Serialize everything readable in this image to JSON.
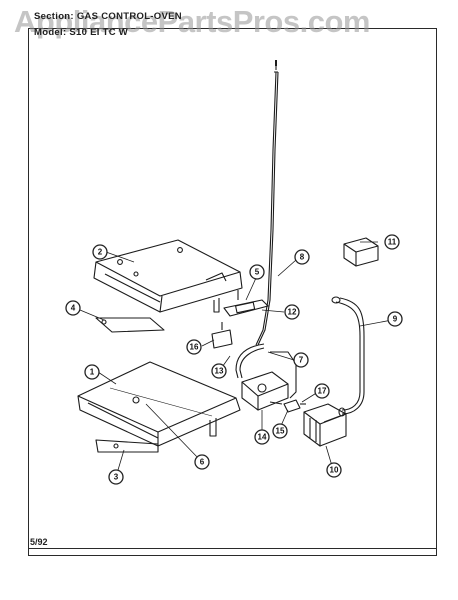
{
  "header": {
    "section_line": "Section:  GAS  CONTROL-OVEN",
    "model_line": "Model:  S10 EI TC W"
  },
  "watermark": "AppliancePartsPros.com",
  "footer": {
    "date": "5/92"
  },
  "callouts": [
    {
      "id": "callout-1",
      "label": "1"
    },
    {
      "id": "callout-2",
      "label": "2"
    },
    {
      "id": "callout-3",
      "label": "3"
    },
    {
      "id": "callout-4",
      "label": "4"
    },
    {
      "id": "callout-5",
      "label": "5"
    },
    {
      "id": "callout-6",
      "label": "6"
    },
    {
      "id": "callout-7",
      "label": "7"
    },
    {
      "id": "callout-8",
      "label": "8"
    },
    {
      "id": "callout-9",
      "label": "9"
    },
    {
      "id": "callout-10",
      "label": "10"
    },
    {
      "id": "callout-11",
      "label": "11"
    },
    {
      "id": "callout-12",
      "label": "12"
    },
    {
      "id": "callout-13",
      "label": "13"
    },
    {
      "id": "callout-14",
      "label": "14"
    },
    {
      "id": "callout-15",
      "label": "15"
    },
    {
      "id": "callout-16",
      "label": "16"
    },
    {
      "id": "callout-17",
      "label": "17"
    }
  ]
}
